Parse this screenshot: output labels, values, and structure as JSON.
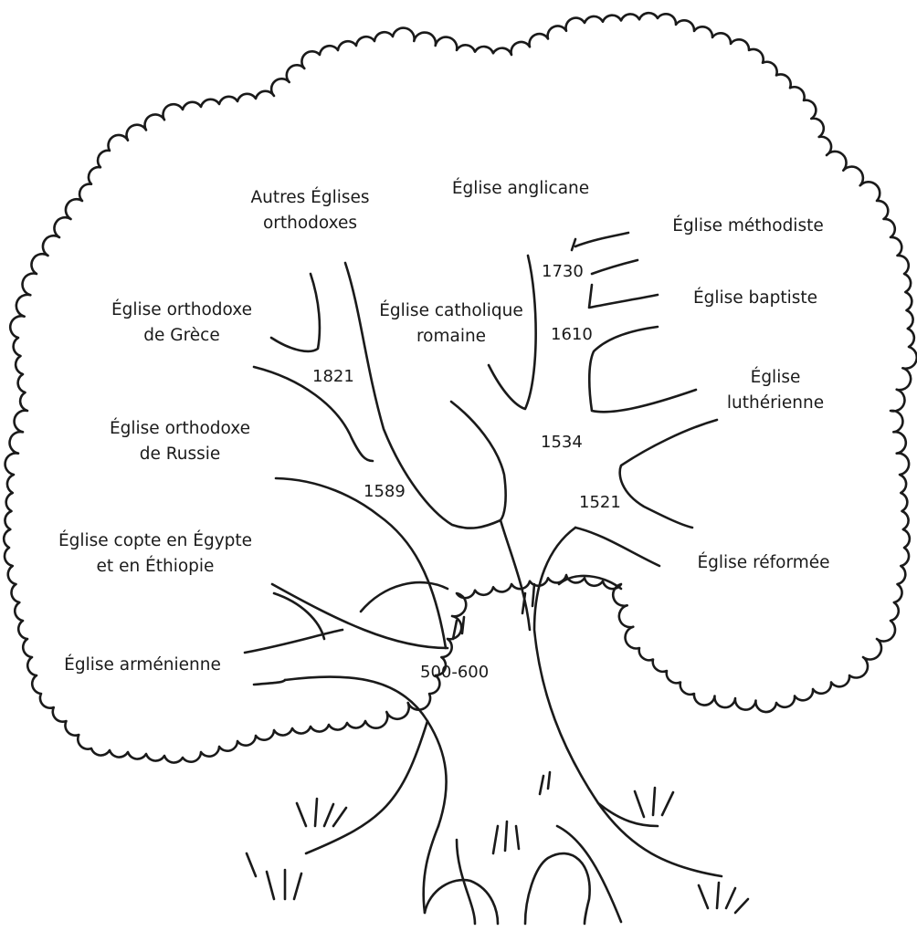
{
  "labels": {
    "autres_orthodoxes": [
      "Autres Églises",
      "orthodoxes"
    ],
    "anglicane": [
      "Église anglicane"
    ],
    "methodiste": [
      "Église méthodiste"
    ],
    "baptiste": [
      "Église baptiste"
    ],
    "catholique": [
      "Église catholique",
      "romaine"
    ],
    "grece": [
      "Église orthodoxe",
      "de Grèce"
    ],
    "lutherienne": [
      "Église",
      "luthérienne"
    ],
    "russie": [
      "Église orthodoxe",
      "de Russie"
    ],
    "copte": [
      "Église copte en Égypte",
      "et en Éthiopie"
    ],
    "reformee": [
      "Église réformée"
    ],
    "armenienne": [
      "Église arménienne"
    ]
  },
  "years": {
    "y1730": "1730",
    "y1610": "1610",
    "y1821": "1821",
    "y1534": "1534",
    "y1589": "1589",
    "y1521": "1521",
    "y500": "500-600"
  },
  "colors": {
    "ink": "#1a1a1a",
    "background": "#ffffff"
  }
}
